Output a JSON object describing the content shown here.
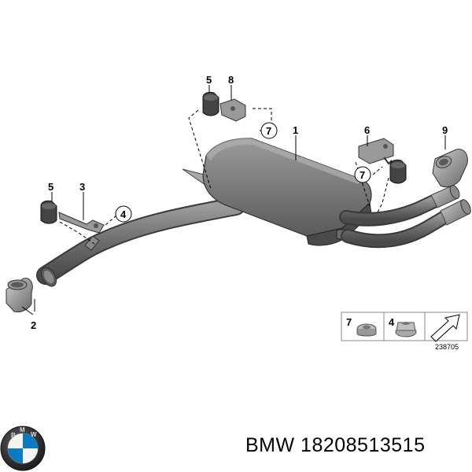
{
  "callouts": {
    "c1": "1",
    "c2": "2",
    "c3": "3",
    "c4": "4",
    "c5a": "5",
    "c5b": "5",
    "c6": "6",
    "c7a": "7",
    "c7b": "7",
    "c8": "8",
    "c9": "9"
  },
  "legend": {
    "item_a_number": "7",
    "item_b_number": "4",
    "diagram_id": "238705"
  },
  "brand": {
    "logo_letters": "BMW",
    "caption": "BMW 18208513515"
  },
  "colors": {
    "part_gray": "#7a7a7a",
    "part_dark": "#4e4e4e",
    "part_light": "#b8b8b8",
    "line": "#000000"
  }
}
